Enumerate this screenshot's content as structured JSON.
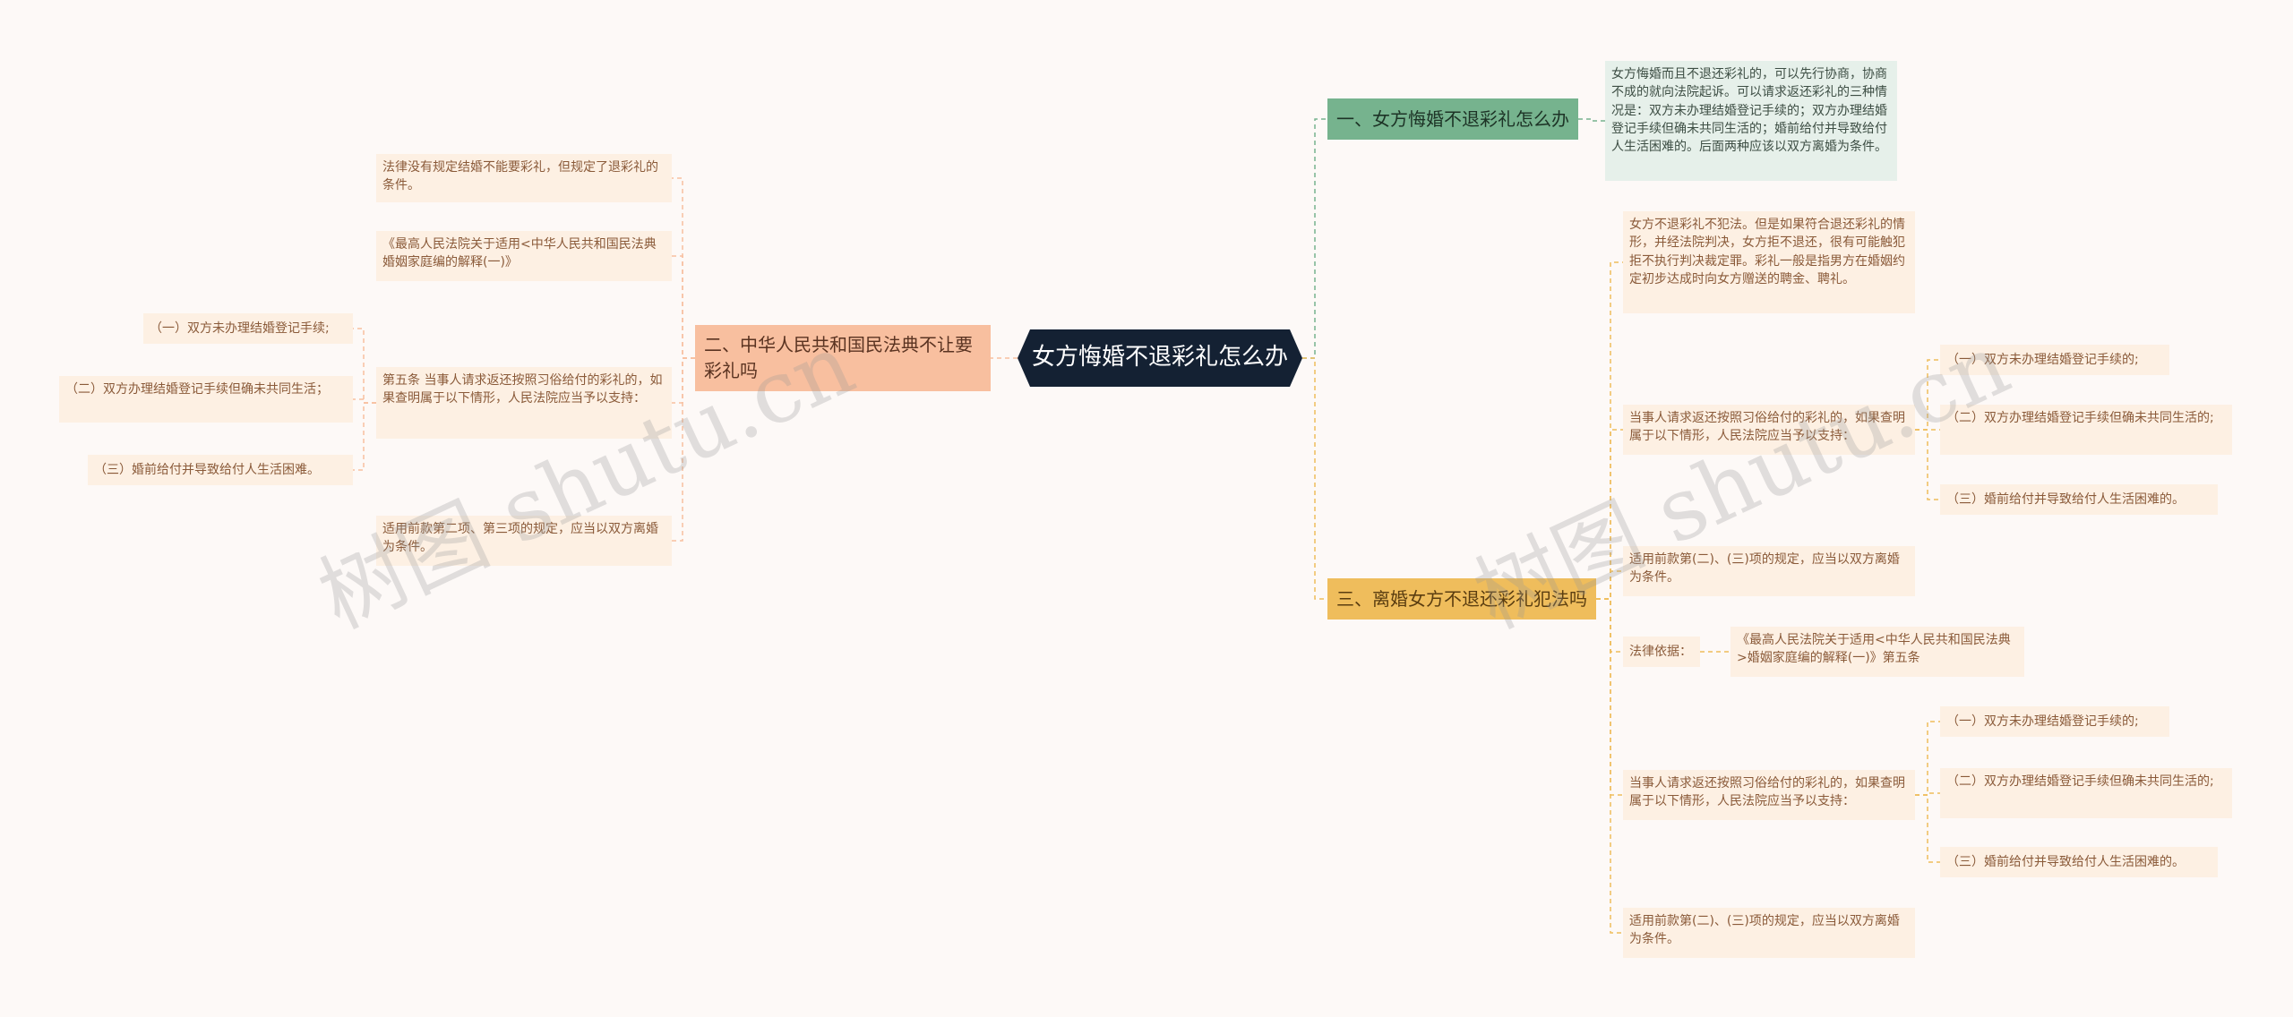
{
  "root": "女方悔婚不退彩礼怎么办",
  "branch1": {
    "title": "一、女方悔婚不退彩礼怎么办",
    "text": "女方悔婚而且不退还彩礼的，可以先行协商，协商不成的就向法院起诉。可以请求返还彩礼的三种情况是：双方未办理结婚登记手续的；双方办理结婚登记手续但确未共同生活的；婚前给付并导致给付人生活困难的。后面两种应该以双方离婚为条件。"
  },
  "branch2": {
    "title": "二、中华人民共和国民法典不让要彩礼吗",
    "item1": "法律没有规定结婚不能要彩礼，但规定了退彩礼的条件。",
    "item2": "《最高人民法院关于适用<中华人民共和国民法典婚姻家庭编的解释(一)》",
    "item3": "第五条 当事人请求返还按照习俗给付的彩礼的，如果查明属于以下情形，人民法院应当予以支持：",
    "sub1": "（一）双方未办理结婚登记手续;",
    "sub2": "（二）双方办理结婚登记手续但确未共同生活；",
    "sub3": "（三）婚前给付并导致给付人生活困难。",
    "item4": "适用前款第二项、第三项的规定，应当以双方离婚为条件。"
  },
  "branch3": {
    "title": "三、离婚女方不退还彩礼犯法吗",
    "item1": "女方不退彩礼不犯法。但是如果符合退还彩礼的情形，并经法院判决，女方拒不退还，很有可能触犯拒不执行判决裁定罪。彩礼一般是指男方在婚姻约定初步达成时向女方赠送的聘金、聘礼。",
    "item2": "当事人请求返还按照习俗给付的彩礼的，如果查明属于以下情形，人民法院应当予以支持：",
    "item2_sub1": "（一）双方未办理结婚登记手续的;",
    "item2_sub2": "（二）双方办理结婚登记手续但确未共同生活的;",
    "item2_sub3": "（三）婚前给付并导致给付人生活困难的。",
    "item3": "适用前款第(二)、(三)项的规定，应当以双方离婚为条件。",
    "item4": "法律依据：",
    "item4_sub": "《最高人民法院关于适用<中华人民共和国民法典>婚姻家庭编的解释(一)》第五条",
    "item5": "当事人请求返还按照习俗给付的彩礼的，如果查明属于以下情形，人民法院应当予以支持：",
    "item5_sub1": "（一）双方未办理结婚登记手续的;",
    "item5_sub2": "（二）双方办理结婚登记手续但确未共同生活的;",
    "item5_sub3": "（三）婚前给付并导致给付人生活困难的。",
    "item6": "适用前款第(二)、(三)项的规定，应当以双方离婚为条件。"
  },
  "watermark": "树图 shutu.cn",
  "colors": {
    "root": "#142133",
    "branch1": "#76b38e",
    "branch2": "#f8bf9f",
    "branch3": "#efbd5c",
    "leaf": "#fdf0e3",
    "leaf_green": "#e6f0ea"
  }
}
